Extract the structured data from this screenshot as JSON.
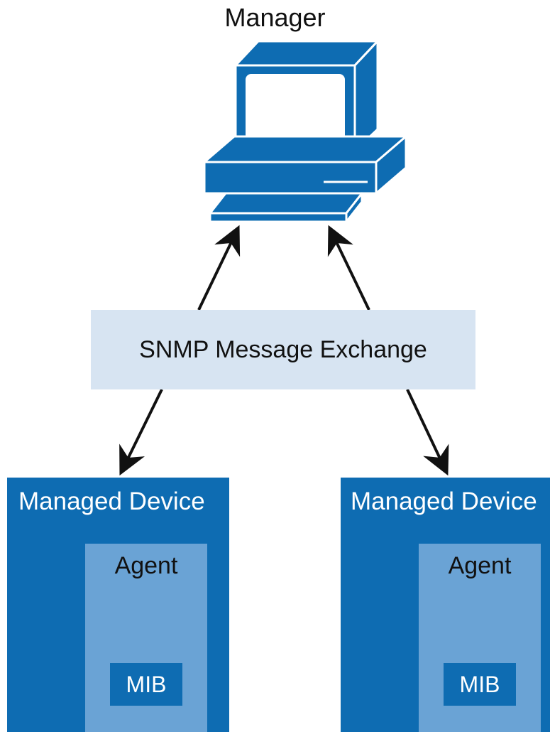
{
  "diagram": {
    "manager_label": "Manager",
    "exchange_label": "SNMP Message Exchange",
    "devices": [
      {
        "title": "Managed Device",
        "agent_label": "Agent",
        "mib_label": "MIB"
      },
      {
        "title": "Managed Device",
        "agent_label": "Agent",
        "mib_label": "MIB"
      }
    ]
  },
  "colors": {
    "device_blue": "#0e6cb2",
    "agent_blue": "#6aa3d5",
    "exchange_fill": "#d7e4f2",
    "arrow": "#111111"
  },
  "icons": {
    "manager": "computer-icon"
  }
}
